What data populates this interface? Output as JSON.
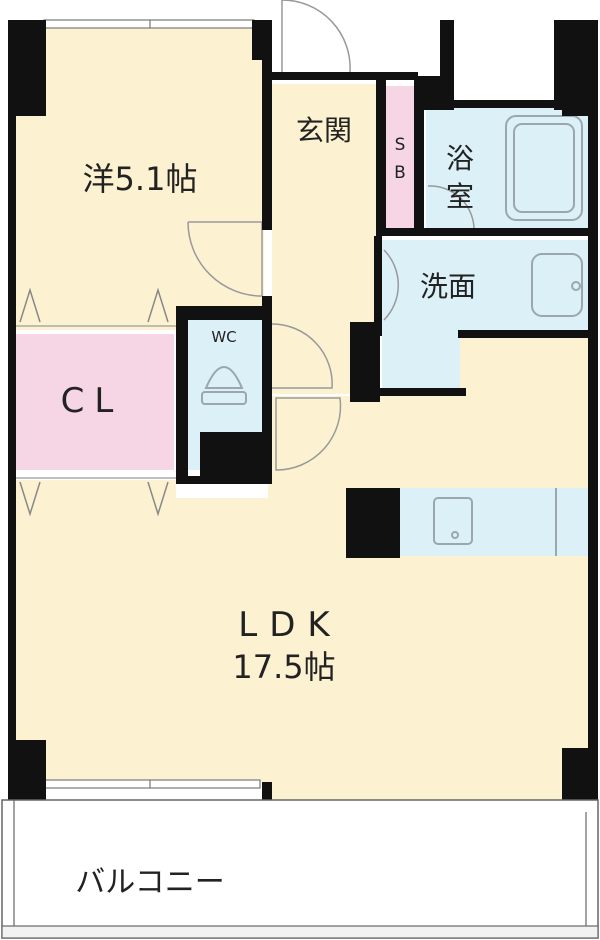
{
  "rooms": {
    "western": {
      "name": "洋5.1帖"
    },
    "entrance": {
      "name": "玄関"
    },
    "shoe_box": {
      "name": "SB",
      "line1": "S",
      "line2": "B"
    },
    "bath": {
      "name": "浴室",
      "line1": "浴",
      "line2": "室"
    },
    "washroom": {
      "name": "洗面"
    },
    "toilet": {
      "name": "WC"
    },
    "closet": {
      "name": "CL"
    },
    "ldk": {
      "line1": "LDK",
      "line2": "17.5帖"
    },
    "balcony": {
      "name": "バルコニー"
    }
  },
  "colors": {
    "floor": "#fcf2d2",
    "wet_area": "#dcf0f8",
    "closet": "#f6d6e4",
    "wall": "#111111",
    "balcony": "#ffffff",
    "fixture_line": "#9aa7ae"
  }
}
